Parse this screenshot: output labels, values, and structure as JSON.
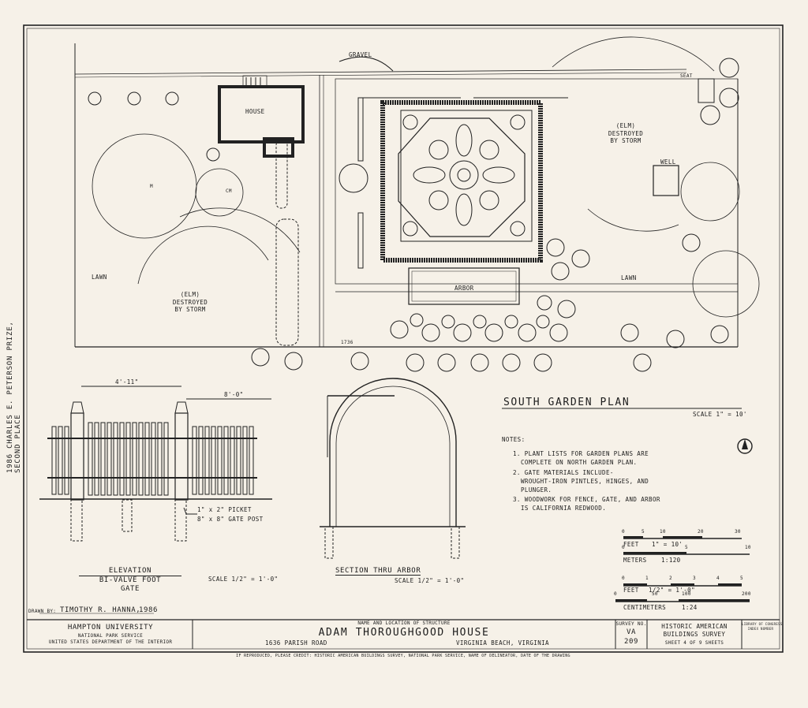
{
  "sidebar_credit": "1986 CHARLES E. PETERSON PRIZE, SECOND PLACE",
  "plan": {
    "title": "SOUTH GARDEN PLAN",
    "scale": "SCALE 1\" = 10'",
    "labels": {
      "gravel": "GRAVEL",
      "house": "HOUSE",
      "lawn_left": "LAWN",
      "lawn_right": "LAWN",
      "elm_left": [
        "(ELM)",
        "DESTROYED",
        "BY STORM"
      ],
      "elm_right": [
        "(ELM)",
        "DESTROYED",
        "BY STORM"
      ],
      "arbor": "ARBOR",
      "well": "WELL",
      "seat": "SEAT",
      "cm": "CM",
      "m": "M",
      "year": "1736"
    }
  },
  "notes": {
    "heading": "NOTES:",
    "items": [
      [
        "1. PLANT LISTS FOR GARDEN PLANS ARE",
        "COMPLETE ON NORTH GARDEN PLAN."
      ],
      [
        "2. GATE MATERIALS INCLUDE-",
        "WROUGHT-IRON PINTLES, HINGES, AND",
        "PLUNGER."
      ],
      [
        "3. WOODWORK FOR FENCE, GATE, AND ARBOR",
        "IS CALIFORNIA REDWOOD."
      ]
    ]
  },
  "scales": {
    "feet1": {
      "ticks": [
        "0",
        "5",
        "10",
        "20",
        "30"
      ],
      "label": "FEET",
      "ratio": "1\" = 10'"
    },
    "meters1": {
      "ticks": [
        "0",
        "5",
        "10"
      ],
      "label": "METERS",
      "ratio": "1:120"
    },
    "feet2": {
      "ticks": [
        "0",
        "1",
        "2",
        "3",
        "4",
        "5"
      ],
      "label": "FEET",
      "ratio": "1/2\" = 1'-0\""
    },
    "cm": {
      "ticks": [
        "0",
        "50",
        "100",
        "200"
      ],
      "label": "CENTIMETERS",
      "ratio": "1:24"
    }
  },
  "elevation": {
    "dim_gate": "4'-11\"",
    "dim_fence": "8'-0\"",
    "picket": "1\" x 2\" PICKET",
    "post": "8\" x 8\" GATE POST",
    "title_lines": [
      "ELEVATION",
      "BI-VALVE FOOT",
      "GATE"
    ],
    "scale": "SCALE 1/2\" = 1'-0\""
  },
  "section": {
    "title": "SECTION THRU ARBOR",
    "scale": "SCALE 1/2\" = 1'-0\""
  },
  "drawn_by": {
    "label": "DRAWN BY:",
    "name": "TIMOTHY R. HANNA,",
    "year": "1986"
  },
  "title_block": {
    "org": "HAMPTON UNIVERSITY",
    "org_sub1": "NATIONAL PARK SERVICE",
    "org_sub2": "UNITED STATES DEPARTMENT OF THE INTERIOR",
    "name_caption": "NAME AND LOCATION OF STRUCTURE",
    "structure": "ADAM THOROUGHGOOD HOUSE",
    "address": "1636 PARISH ROAD",
    "city": "VIRGINIA BEACH, VIRGINIA",
    "survey_caption": "SURVEY NO.",
    "survey_state": "VA",
    "survey_no": "209",
    "habs1": "HISTORIC AMERICAN",
    "habs2": "BUILDINGS SURVEY",
    "sheet": "SHEET 4 OF 9 SHEETS",
    "loc1": "LIBRARY OF CONGRESS",
    "loc2": "INDEX NUMBER"
  },
  "credit_line": "IF REPRODUCED, PLEASE CREDIT: HISTORIC AMERICAN BUILDINGS SURVEY, NATIONAL PARK SERVICE, NAME OF DELINEATOR, DATE OF THE DRAWING"
}
